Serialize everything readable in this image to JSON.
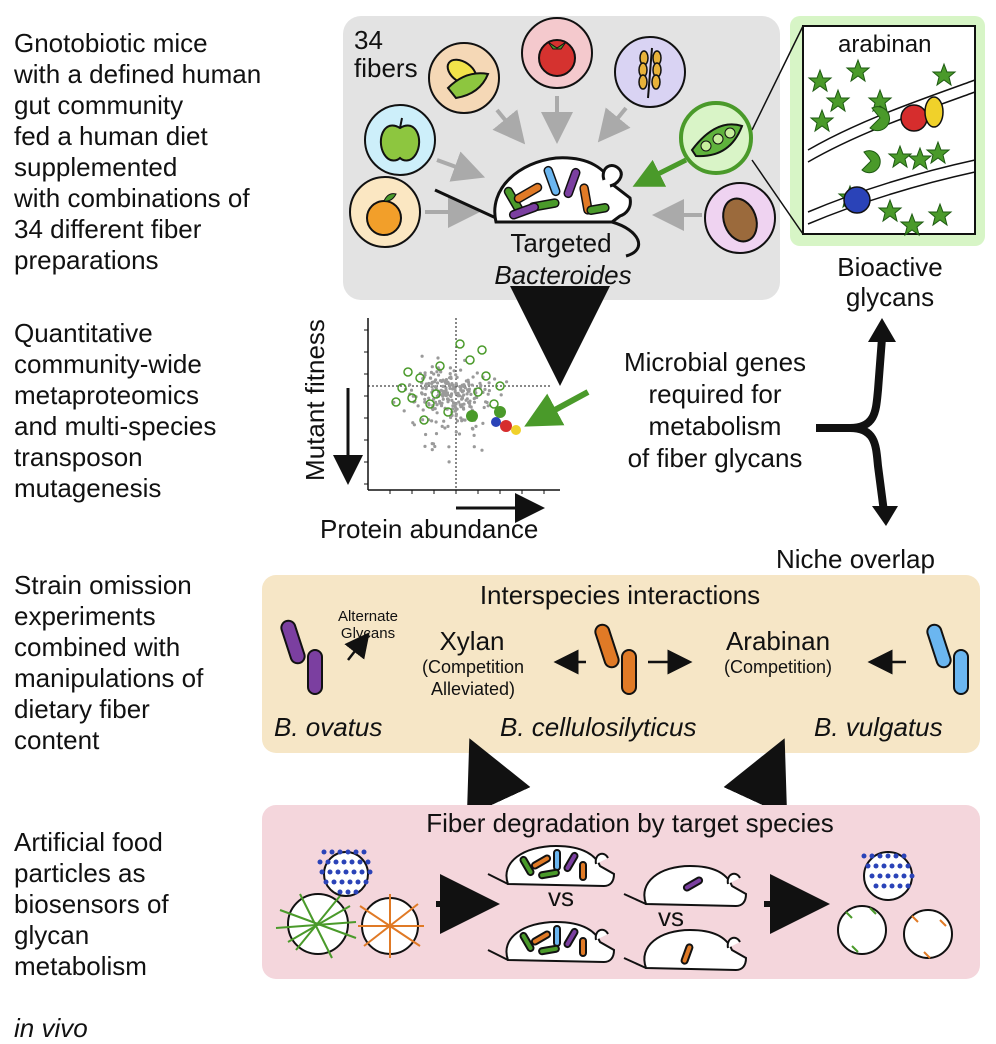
{
  "left_panel": {
    "step1": "Gnotobiotic mice\nwith a defined human\ngut community\nfed a human diet\nsupplemented\nwith combinations of\n34 different fiber\npreparations",
    "step2": "Quantitative\ncommunity-wide\nmetaproteomics\nand multi-species\ntransposon\nmutagenesis",
    "step3": "Strain omission\nexperiments\ncombined with\nmanipulations of\ndietary fiber\ncontent",
    "step4_main": "Artificial food\nparticles as\nbiosensors of\nglycan\nmetabolism",
    "step4_italic": "in vivo"
  },
  "top_box": {
    "fibers_label": "34\nfibers",
    "targeted": "Targeted",
    "bacteroides": "Bacteroides",
    "fiber_icons": [
      "corn-icon",
      "tomato-icon",
      "wheat-icon",
      "apple-icon",
      "pea-pod-icon",
      "orange-icon",
      "potato-icon"
    ]
  },
  "arabinan_box": {
    "title": "arabinan",
    "caption": "Bioactive\nglycans"
  },
  "scatter": {
    "ylabel": "Mutant fitness",
    "xlabel": "Protein abundance"
  },
  "genes_text": "Microbial genes\nrequired for\nmetabolism\nof fiber glycans",
  "niche_overlap": "Niche overlap",
  "interactions_box": {
    "title": "Interspecies interactions",
    "alternate": "Alternate\nGlycans",
    "xylan": "Xylan",
    "xylan_sub": "(Competition\nAlleviated)",
    "arabinan": "Arabinan",
    "arabinan_sub": "(Competition)",
    "species": [
      "B. ovatus",
      "B. cellulosilyticus",
      "B. vulgatus"
    ]
  },
  "degradation_box": {
    "title": "Fiber degradation by target species",
    "vs1": "vs",
    "vs2": "vs"
  },
  "colors": {
    "gray_box": "#e3e3e3",
    "green_box": "#d7f5c6",
    "tan_box": "#f6e6c6",
    "pink_box": "#f4d6dc",
    "arrow_green": "#4a9a2a",
    "purple": "#7b3fa0",
    "orange": "#e07a26",
    "blue": "#6bb6f0"
  }
}
